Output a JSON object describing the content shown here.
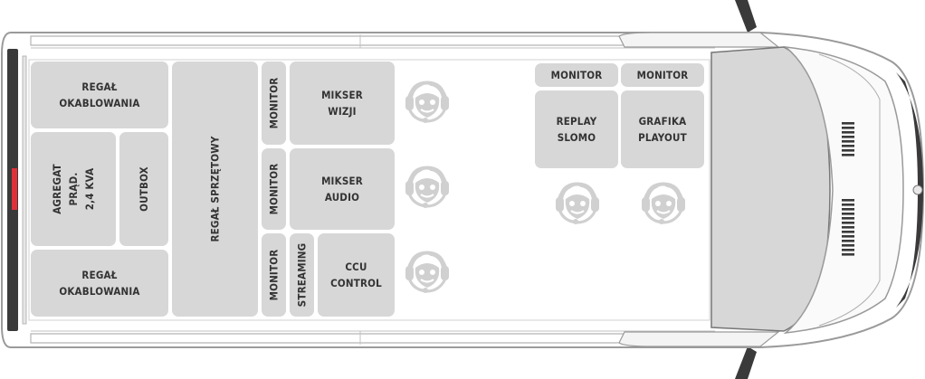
{
  "colors": {
    "module_fill": "#d7d7d7",
    "van_outline": "#9a9a9a",
    "dark_trim": "#3a3a3a",
    "label_text": "#333333",
    "tail_light": "#e0303a"
  },
  "icons": {
    "operator": "operator-headset-icon"
  },
  "modules": {
    "regal_top": "REGAŁ\nOKABLOWANIA",
    "agregat": "AGREGAT\nPRĄD.\n2,4 KVA",
    "outbox": "OUTBOX",
    "regal_bottom": "REGAŁ\nOKABLOWANIA",
    "regal_sprzetowy": "REGAŁ SPRZĘTOWY",
    "monitor_1": "MONITOR",
    "monitor_2": "MONITOR",
    "monitor_3": "MONITOR",
    "streaming": "STREAMING",
    "mikser_wizji": "MIKSER\nWIZJI",
    "mikser_audio": "MIKSER\nAUDIO",
    "ccu_control": "CCU\nCONTROL",
    "monitor_front_left": "MONITOR",
    "monitor_front_right": "MONITOR",
    "replay_slomo": "REPLAY\nSLOMO",
    "grafika_playout": "GRAFIKA\nPLAYOUT"
  },
  "operators": {
    "count": 5
  }
}
